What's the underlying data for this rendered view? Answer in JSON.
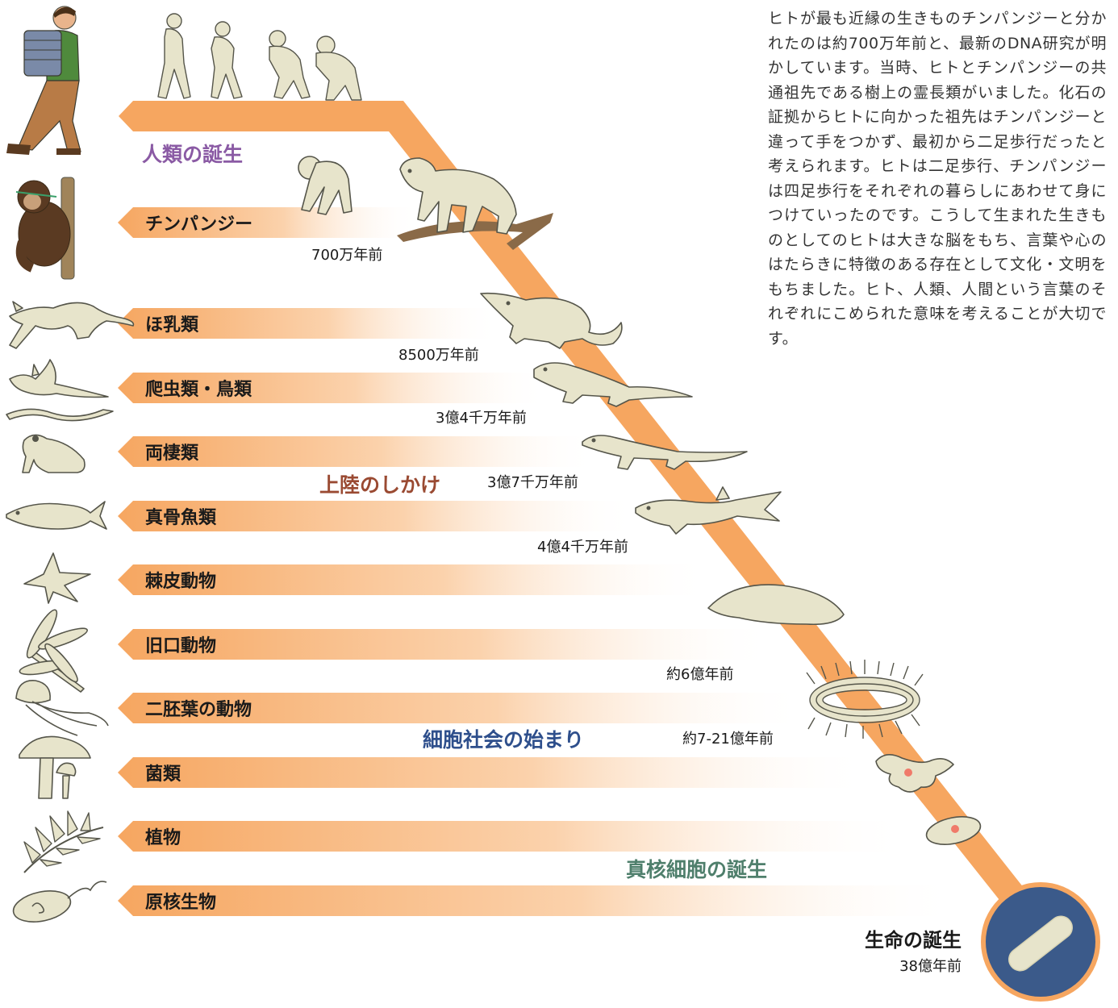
{
  "description": "ヒトが最も近縁の生きものチンパンジーと分かれたのは約700万年前と、最新のDNA研究が明かしています。当時、ヒトとチンパンジーの共通祖先である樹上の霊長類がいました。化石の証拠からヒトに向かった祖先はチンパンジーと違って手をつかず、最初から二足歩行だったと考えられます。ヒトは二足歩行、チンパンジーは四足歩行をそれぞれの暮らしにあわせて身につけていったのです。こうして生まれた生きものとしてのヒトは大きな脳をもち、言葉や心のはたらきに特徴のある存在として文化・文明をもちました。ヒト、人類、人間という言葉のそれぞれにこめられた意味を考えることが大切です。",
  "branches": [
    {
      "label": "チンパンジー",
      "time": "700万年前",
      "icon": "chimpanzee-icon"
    },
    {
      "label": "ほ乳類",
      "time": "8500万年前",
      "icon": "cat-icon"
    },
    {
      "label": "爬虫類・鳥類",
      "time": "3億4千万年前",
      "icon": "bird-snake-icon"
    },
    {
      "label": "両棲類",
      "time": "3億7千万年前",
      "icon": "frog-icon"
    },
    {
      "label": "真骨魚類",
      "time": "4億4千万年前",
      "icon": "fish-icon"
    },
    {
      "label": "棘皮動物",
      "time": "",
      "icon": "starfish-icon"
    },
    {
      "label": "旧口動物",
      "time": "約6億年前",
      "icon": "dragonfly-icon"
    },
    {
      "label": "二胚葉の動物",
      "time": "約7-21億年前",
      "icon": "jellyfish-icon"
    },
    {
      "label": "菌類",
      "time": "",
      "icon": "mushroom-icon"
    },
    {
      "label": "植物",
      "time": "",
      "icon": "fern-icon"
    },
    {
      "label": "原核生物",
      "time": "",
      "icon": "bacterium-icon"
    }
  ],
  "top": {
    "label": "人類の誕生",
    "icon": "human-icon"
  },
  "milestones": {
    "landing": "上陸のしかけ",
    "cell_society": "細胞社会の始まり",
    "eukaryote": "真核細胞の誕生"
  },
  "origin": {
    "label": "生命の誕生",
    "time": "38億年前"
  },
  "colors": {
    "trunk": "#f6a660",
    "purple": "#8a5aa4",
    "brown": "#9a4a32",
    "blue": "#2e4f8c",
    "teal": "#4f7f6c",
    "sphere": "#3b5a8a",
    "creature": "#e7e4cb",
    "outline": "#55554a"
  }
}
